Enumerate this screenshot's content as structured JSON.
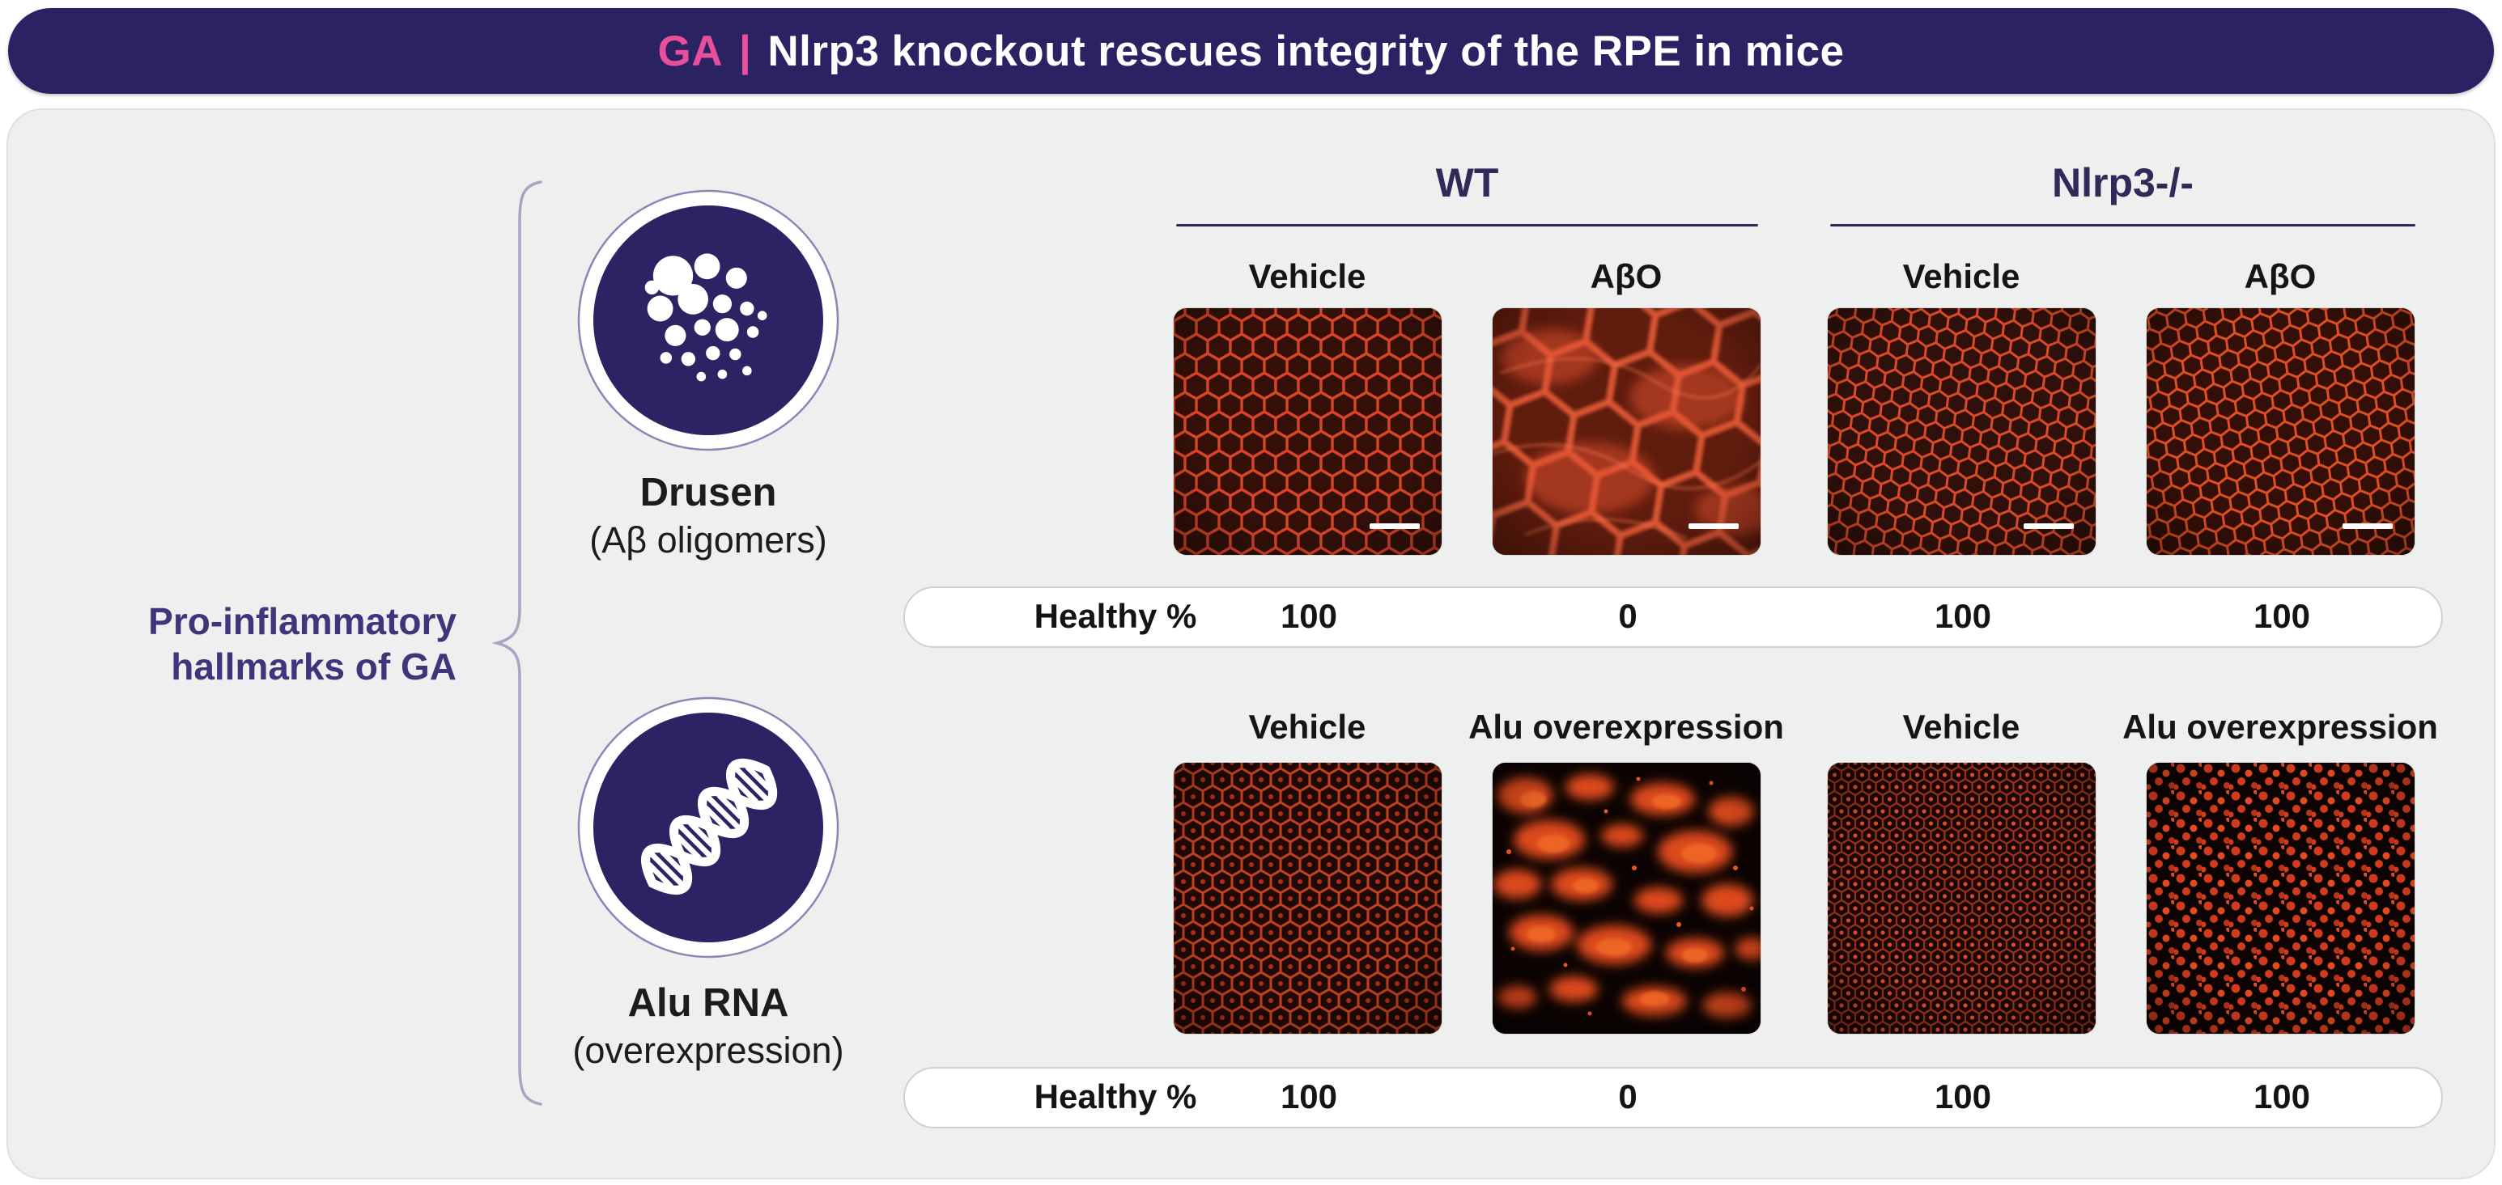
{
  "title": {
    "tag": "GA",
    "separator": "|",
    "text": "Nlrp3 knockout rescues integrity of the RPE in mice"
  },
  "left_panel": {
    "label_line1": "Pro-inflammatory",
    "label_line2": "hallmarks of GA",
    "items": [
      {
        "name": "Drusen",
        "subtitle": "(Aβ oligomers)",
        "icon": "drusen-bubbles-icon"
      },
      {
        "name": "Alu RNA",
        "subtitle": "(overexpression)",
        "icon": "rna-helix-icon"
      }
    ]
  },
  "groups": [
    {
      "label": "WT"
    },
    {
      "label": "Nlrp3-/-"
    }
  ],
  "panels": [
    {
      "columns": [
        "Vehicle",
        "AβO",
        "Vehicle",
        "AβO"
      ],
      "row_label": "Healthy %",
      "values": [
        "100",
        "0",
        "100",
        "100"
      ],
      "images": [
        {
          "state": "healthy RPE honeycomb"
        },
        {
          "state": "disrupted RPE"
        },
        {
          "state": "healthy RPE honeycomb"
        },
        {
          "state": "healthy RPE honeycomb"
        }
      ]
    },
    {
      "columns": [
        "Vehicle",
        "Alu overexpression",
        "Vehicle",
        "Alu overexpression"
      ],
      "row_label": "Healthy %",
      "values": [
        "100",
        "0",
        "100",
        "100"
      ],
      "images": [
        {
          "state": "healthy RPE honeycomb"
        },
        {
          "state": "disrupted RPE with bright patches"
        },
        {
          "state": "healthy dotted RPE"
        },
        {
          "state": "healthy RPE, punctate red signal"
        }
      ]
    }
  ],
  "colors": {
    "navy": "#2b2264",
    "pink": "#ea4f9b",
    "panel_bg": "#edf0ef",
    "accent_purple": "#43337a",
    "micrograph_red": "#d84526"
  }
}
